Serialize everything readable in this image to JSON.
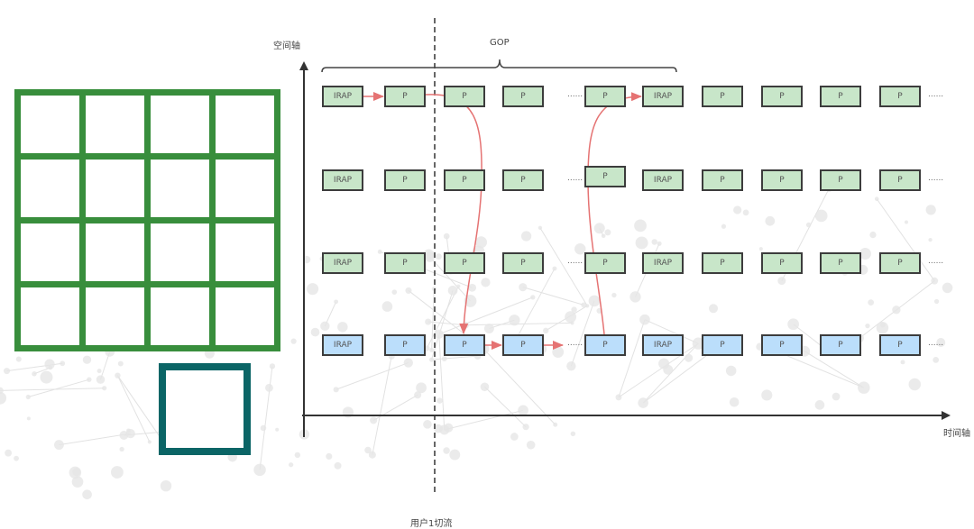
{
  "labels": {
    "space_axis": "空间轴",
    "time_axis": "时间轴",
    "gop": "GOP",
    "switch": "用户1切流"
  },
  "colors": {
    "grid_green": "#388e3c",
    "tile_teal": "#0b6566",
    "frame_green": "#c8e6c9",
    "frame_blue": "#bbdefb",
    "arrow_red": "#e57373",
    "axis": "#333333"
  },
  "grid": {
    "rows": 4,
    "cols": 4
  },
  "ellipsis": "......",
  "rows": [
    {
      "type": "green",
      "frames": [
        "IRAP",
        "P",
        "P",
        "P",
        "P",
        "IRAP",
        "P",
        "P",
        "P",
        "P"
      ]
    },
    {
      "type": "green",
      "frames": [
        "IRAP",
        "P",
        "P",
        "P",
        "P",
        "IRAP",
        "P",
        "P",
        "P",
        "P"
      ]
    },
    {
      "type": "green",
      "frames": [
        "IRAP",
        "P",
        "P",
        "P",
        "P",
        "IRAP",
        "P",
        "P",
        "P",
        "P"
      ]
    },
    {
      "type": "blue",
      "frames": [
        "IRAP",
        "P",
        "P",
        "P",
        "P",
        "IRAP",
        "P",
        "P",
        "P",
        "P"
      ]
    }
  ]
}
